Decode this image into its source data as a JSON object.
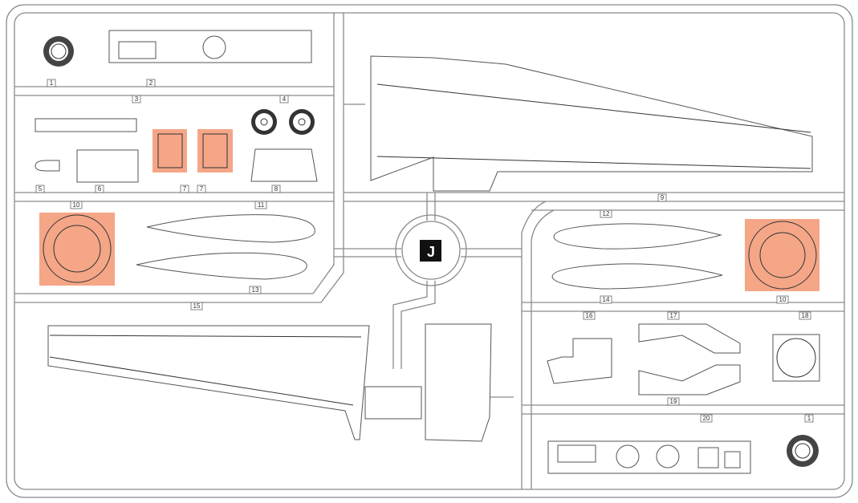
{
  "sprue": {
    "letter": "J",
    "highlight_color": "#f4a687",
    "part_labels": {
      "p1a": "1",
      "p2": "2",
      "p3": "3",
      "p4": "4",
      "p5": "5",
      "p6": "6",
      "p7a": "7",
      "p7b": "7",
      "p8": "8",
      "p10a": "10",
      "p11": "11",
      "p13": "13",
      "p15": "15",
      "p9": "9",
      "p12": "12",
      "p14": "14",
      "p10b": "10",
      "p16": "16",
      "p17": "17",
      "p18": "18",
      "p19": "19",
      "p20": "20",
      "p1b": "1"
    }
  }
}
